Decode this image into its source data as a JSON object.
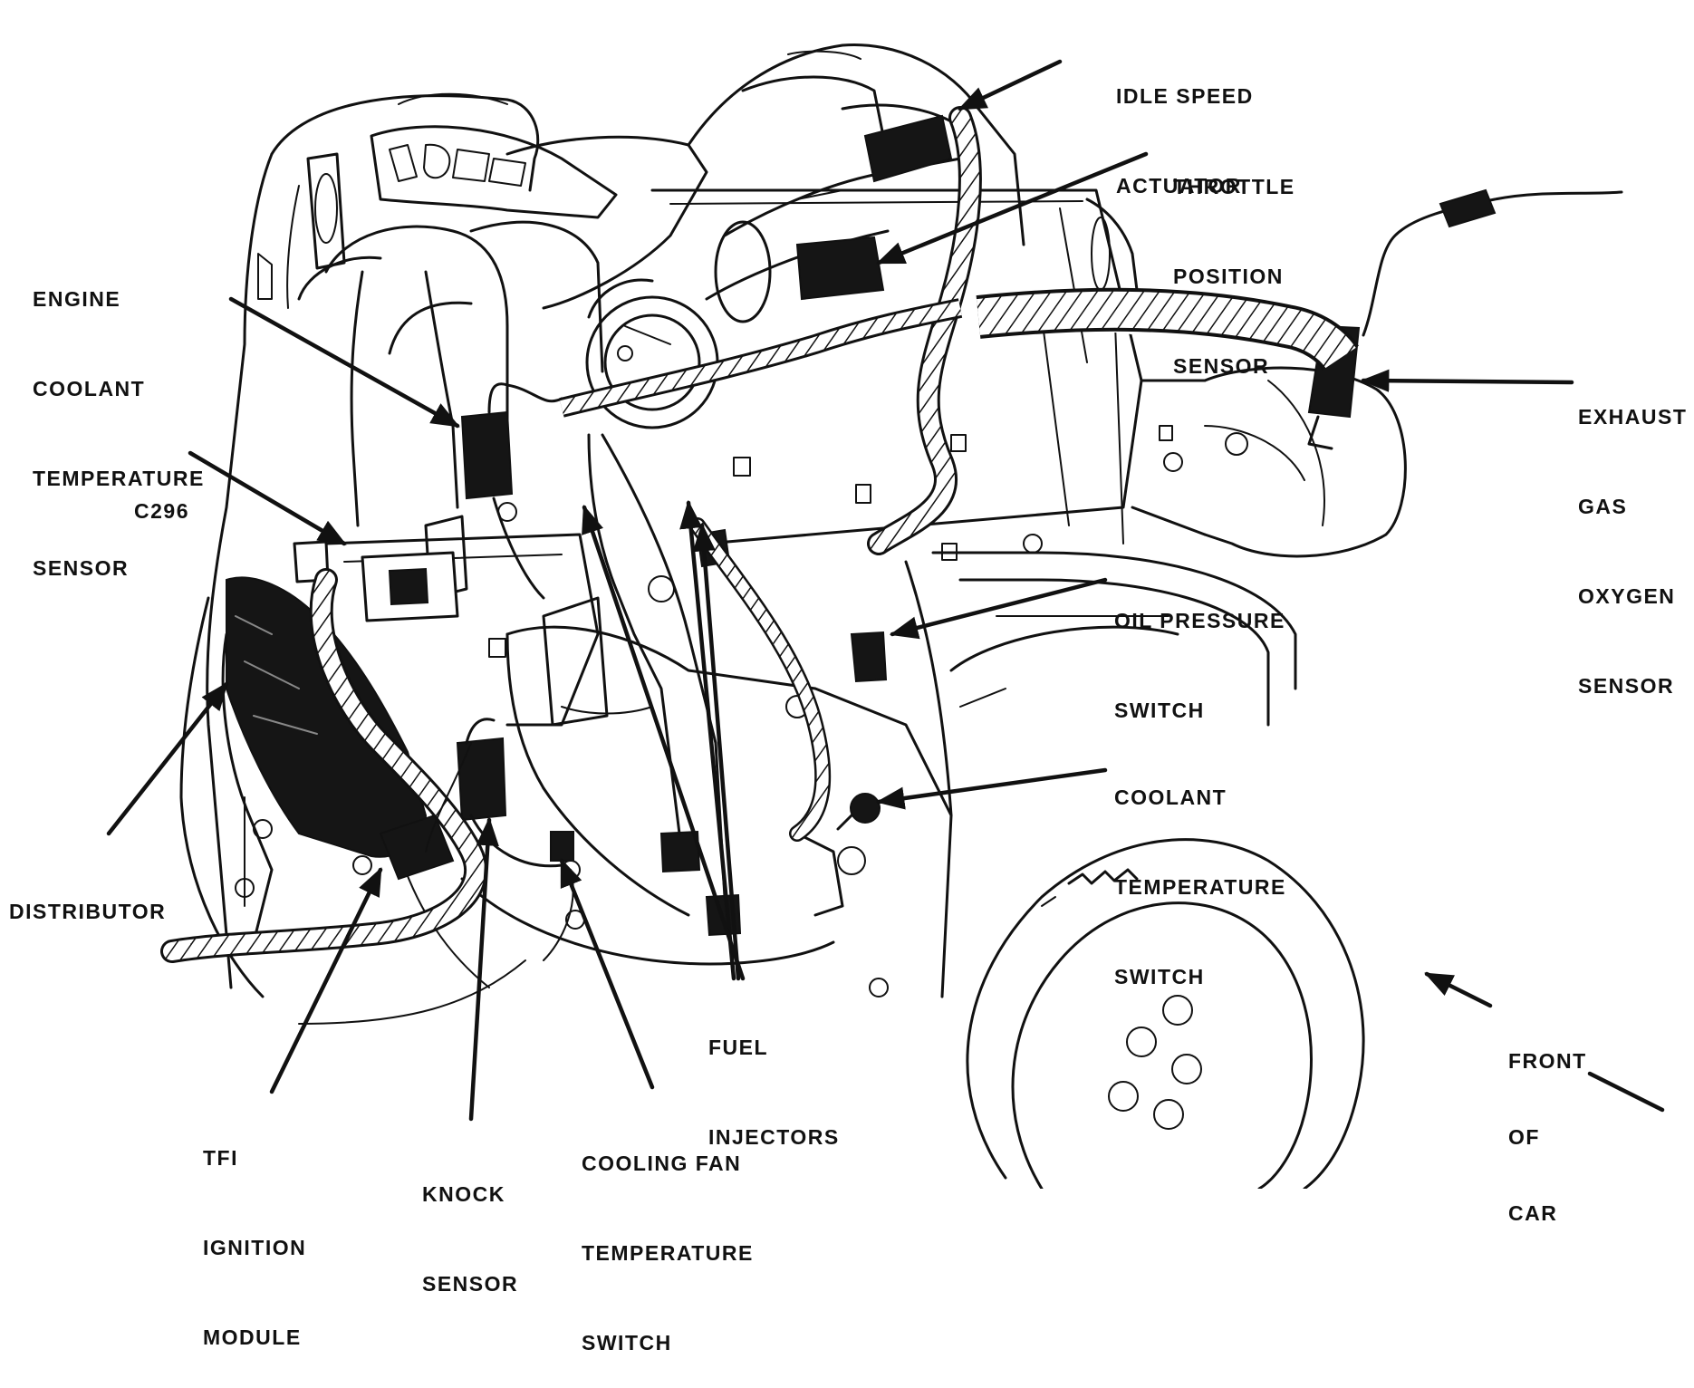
{
  "diagram": {
    "labels": {
      "idle_speed": [
        "IDLE SPEED",
        "ACTUATOR"
      ],
      "throttle": [
        "THROTTLE",
        "POSITION",
        "SENSOR"
      ],
      "engine_coolant": [
        "ENGINE",
        "COOLANT",
        "TEMPERATURE",
        "SENSOR"
      ],
      "c296": [
        "C296"
      ],
      "exhaust": [
        "EXHAUST",
        "GAS",
        "OXYGEN",
        "SENSOR"
      ],
      "oil_pressure": [
        "OIL PRESSURE",
        "SWITCH"
      ],
      "coolant_temp": [
        "COOLANT",
        "TEMPERATURE",
        "SWITCH"
      ],
      "distributor": [
        "DISTRIBUTOR"
      ],
      "fuel_injectors": [
        "FUEL",
        "INJECTORS"
      ],
      "front_of_car": [
        "FRONT",
        "OF",
        "CAR"
      ],
      "tfi": [
        "TFI",
        "IGNITION",
        "MODULE"
      ],
      "knock": [
        "KNOCK",
        "SENSOR"
      ],
      "cooling_fan": [
        "COOLING FAN",
        "TEMPERATURE",
        "SWITCH"
      ]
    }
  }
}
